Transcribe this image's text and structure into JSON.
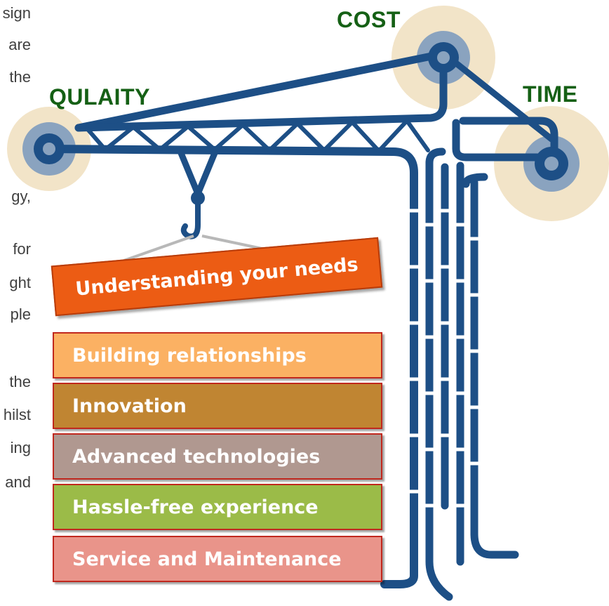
{
  "labels": {
    "quality": "QULAITY",
    "cost": "COST",
    "time": "TIME"
  },
  "blocks": {
    "needs": "Understanding your needs",
    "relationships": "Building relationships",
    "innovation": "Innovation",
    "technologies": "Advanced technologies",
    "experience": "Hassle-free experience",
    "service": "Service and Maintenance"
  },
  "text_fragments": [
    "sign",
    "are",
    "the",
    "gy,",
    "for",
    "ght",
    "ple",
    "the",
    "hilst",
    "ing",
    "and"
  ],
  "colors": {
    "crane": "#1d4f86",
    "node_halo": "#f2e4c8",
    "node_ring": "#8aa3bf",
    "label_green": "#156015",
    "needs": "#ec5c14",
    "relationships": "#fbb163",
    "innovation": "#c08532",
    "technologies": "#b09890",
    "experience": "#9bbb48",
    "service": "#e9948a"
  }
}
